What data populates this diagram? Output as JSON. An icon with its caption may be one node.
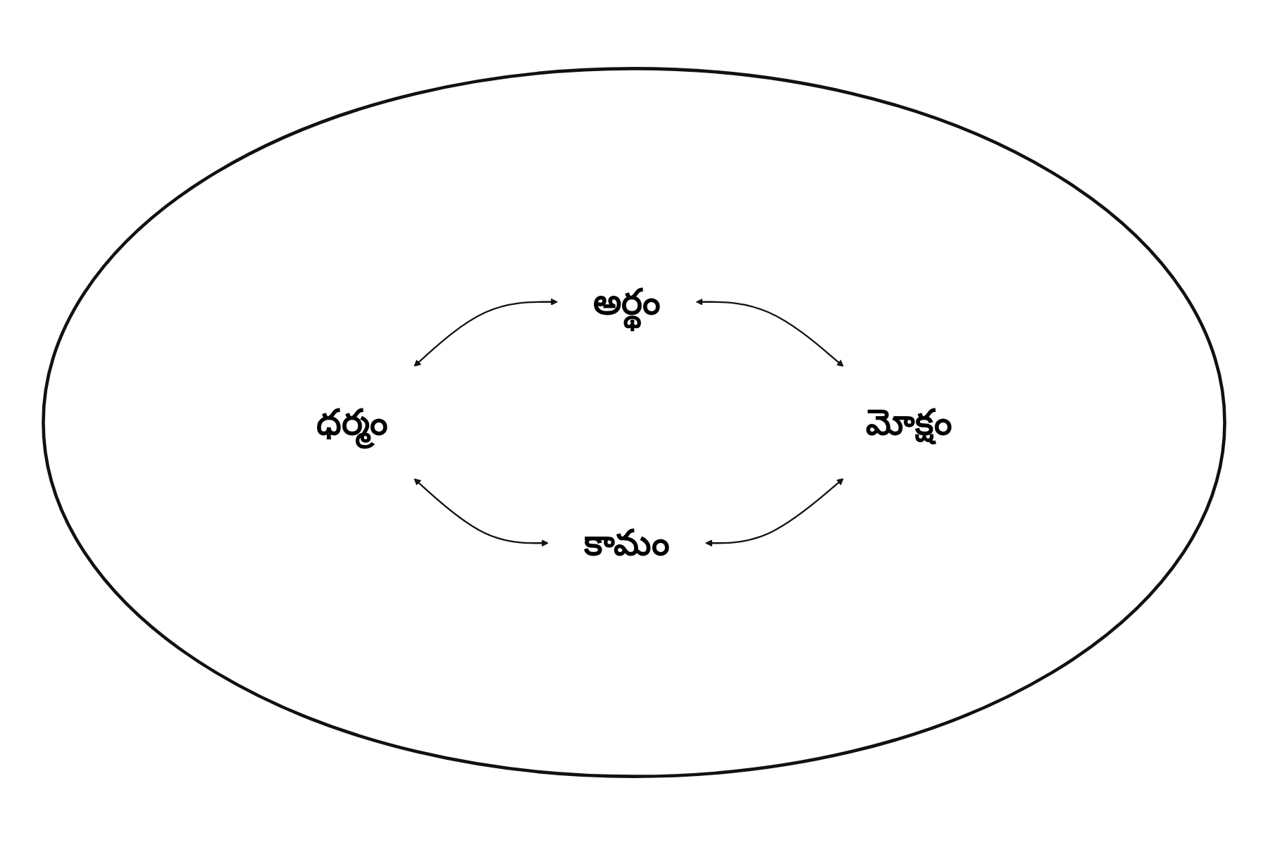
{
  "diagram": {
    "nodes": [
      {
        "text": [],
        "shape": "ellipse"
      },
      {
        "text": [
          "ధర్మం"
        ],
        "in": 0
      },
      {
        "text": [
          "అర్థం"
        ],
        "in": 0
      },
      {
        "text": [
          "కామం"
        ],
        "in": 0
      },
      {
        "text": [
          "మోక్షం"
        ],
        "in": 0
      }
    ],
    "edges": [
      {
        "from": 1,
        "to": 2,
        "arrow": "both"
      },
      {
        "from": 1,
        "to": 3,
        "arrow": "both"
      },
      {
        "from": 2,
        "to": 4,
        "arrow": "both"
      },
      {
        "from": 3,
        "to": 4,
        "arrow": "both"
      }
    ]
  }
}
